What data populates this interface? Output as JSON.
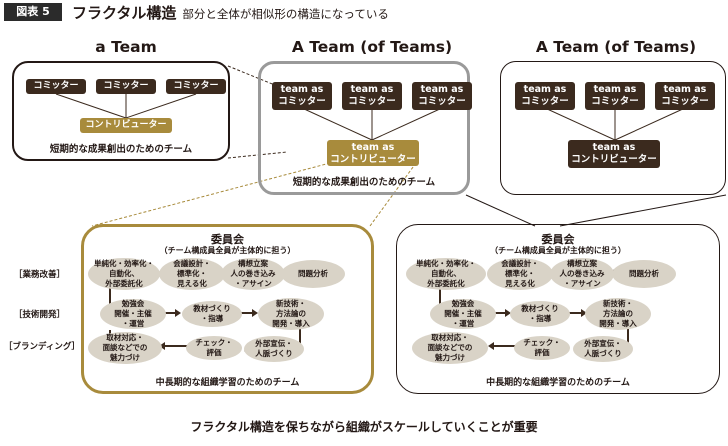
{
  "header": {
    "badge": "図表 5",
    "title": "フラクタル構造",
    "subtitle": "部分と全体が相似形の構造になっている"
  },
  "team_a": {
    "heading": "a Team",
    "committers": [
      "コミッター",
      "コミッター",
      "コミッター"
    ],
    "contributor": "コントリビューター",
    "caption": "短期的な成果創出のためのチーム"
  },
  "team_b": {
    "heading": "A Team (of Teams)",
    "committers": [
      "team as\nコミッター",
      "team as\nコミッター",
      "team as\nコミッター"
    ],
    "contributor": "team as\nコントリビューター",
    "caption": "短期的な成果創出のためのチーム"
  },
  "team_c": {
    "heading": "A Team (of Teams)",
    "committers": [
      "team as\nコミッター",
      "team as\nコミッター",
      "team as\nコミッター"
    ],
    "contributor": "team as\nコントリビューター"
  },
  "committee_left": {
    "title": "委員会",
    "subtitle": "（チーム構成員全員が主体的に担う）",
    "side_labels": [
      "［業務改善］",
      "［技術開発］",
      "［ブランディング］"
    ],
    "row1": [
      "単純化・効率化・\n自動化、\n外部委託化",
      "会議設計・\n標準化・\n見える化",
      "構想立案\n人の巻き込み\n・アサイン",
      "問題分析"
    ],
    "row2": [
      "勉強会\n開催・主催\n・運営",
      "教材づくり\n・指導",
      "新技術・\n方法論の\n開発・導入"
    ],
    "row3": [
      "取材対応・\n面談などでの\n魅力づけ",
      "チェック・\n評価",
      "外部宣伝・\n人脈づくり"
    ],
    "caption": "中長期的な組織学習のためのチーム"
  },
  "committee_right": {
    "title": "委員会",
    "subtitle": "（チーム構成員全員が主体的に担う）",
    "row1": [
      "単純化・効率化・\n自動化、\n外部委託化",
      "会議設計・\n標準化・\n見える化",
      "構想立案\n人の巻き込み\n・アサイン",
      "問題分析"
    ],
    "row2": [
      "勉強会\n開催・主催\n・運営",
      "教材づくり\n・指導",
      "新技術・\n方法論の\n開発・導入"
    ],
    "row3": [
      "取材対応・\n面談などでの\n魅力づけ",
      "チェック・\n評価",
      "外部宣伝・\n人脈づくり"
    ],
    "caption": "中長期的な組織学習のためのチーム"
  },
  "footer": "フラクタル構造を保ちながら組織がスケールしていくことが重要",
  "colors": {
    "dark": "#3b2a1e",
    "gold": "#a88b3c",
    "ellipse": "#d9d3c7",
    "gray_border": "#9a9a9a"
  }
}
